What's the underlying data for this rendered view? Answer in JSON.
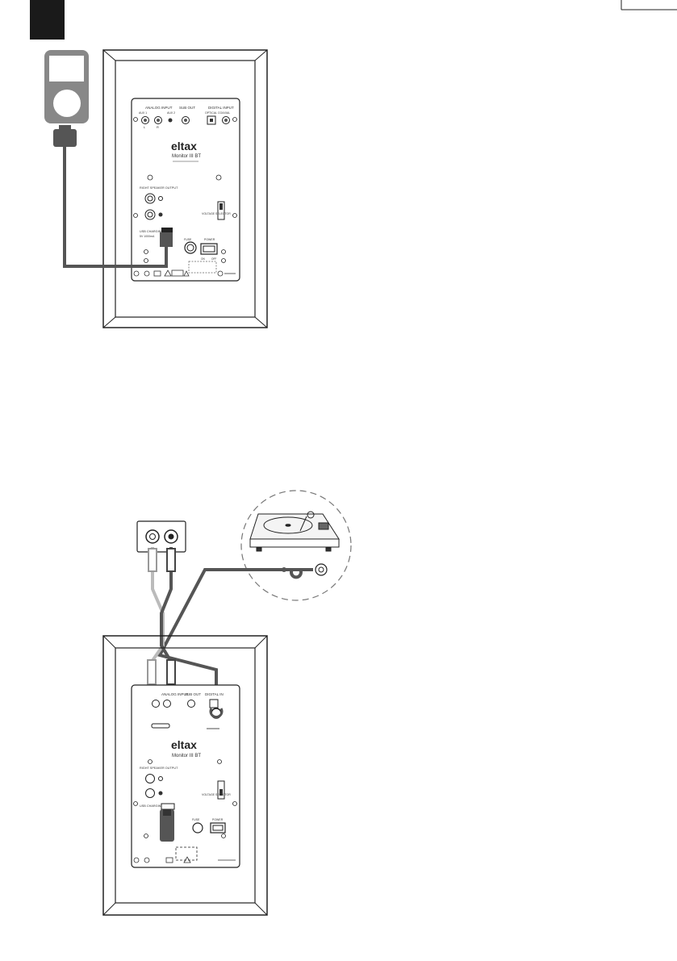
{
  "page_tab": {
    "color": "#1a1a1a"
  },
  "colors": {
    "cable": "#555555",
    "cable_light": "#bbbbbb",
    "line": "#222222",
    "dash": "#777777"
  },
  "diagram_top": {
    "brand": "eltax",
    "model": "Monitor III BT",
    "panel": {
      "analog_input": "ANALOG INPUT",
      "aux1": "AUX 1",
      "aux2": "AUX 2",
      "l": "L",
      "r": "R",
      "sub_out": "SUB OUT",
      "digital_input": "DIGITAL INPUT",
      "optical": "OPTICAL",
      "coaxial": "COAXIAL",
      "right_speaker_output": "RIGHT SPEAKER OUTPUT",
      "voltage_selector": "VOLTAGE SELECTOR",
      "usb_charging": "USB CHARGING",
      "usb_spec": "5V 1000mA",
      "fuse": "FUSE",
      "power": "POWER",
      "on": "ON",
      "off": "OFF"
    }
  },
  "diagram_bottom": {
    "brand": "eltax",
    "model": "Monitor III BT",
    "panel": {
      "analog_input": "ANALOG INPUT",
      "sub_out": "SUB OUT",
      "digital_input": "DIGITAL IN",
      "right_speaker_output": "RIGHT SPEAKER OUTPUT",
      "voltage_selector": "VOLTAGE SELECTOR",
      "usb_charging": "USB CHARGING",
      "fuse": "FUSE",
      "power": "POWER"
    }
  }
}
